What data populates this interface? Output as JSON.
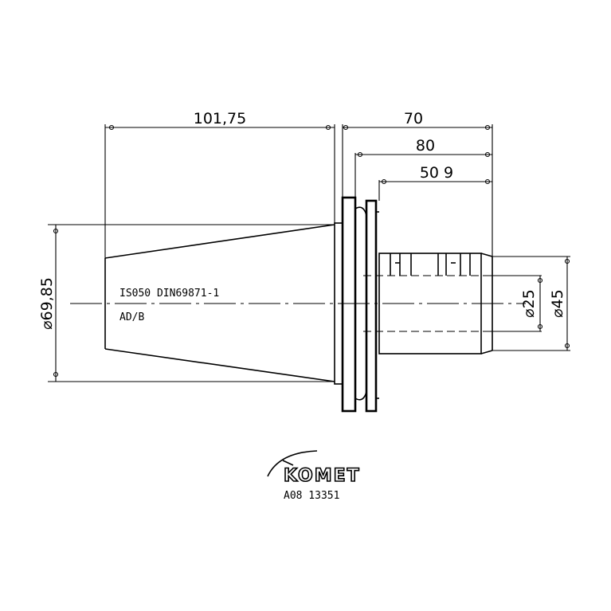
{
  "dimensions": {
    "length_taper": "101,75",
    "length_total": "70",
    "length_mid": "80",
    "length_short": "50 9",
    "dia_taper": "⌀69,85",
    "dia_bore": "⌀25",
    "dia_shank": "⌀45"
  },
  "notes": {
    "standard": "IS050 DIN69871-1",
    "variant": "AD/B"
  },
  "logo": {
    "brand": "KOMET",
    "part_number": "A08 13351"
  }
}
